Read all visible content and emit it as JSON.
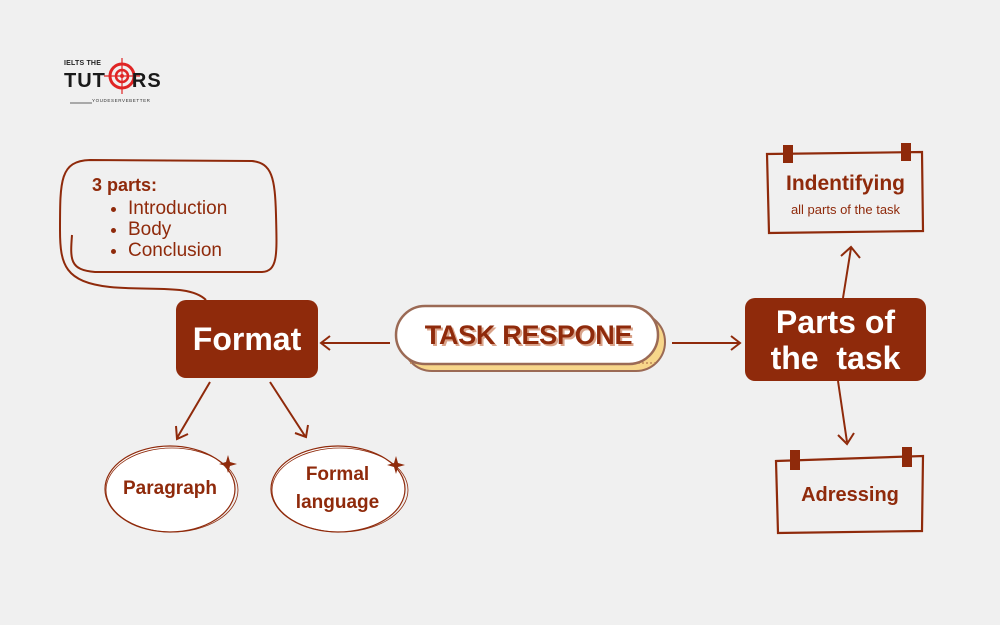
{
  "logo": {
    "top_text": "IELTS THE",
    "word": "TUTORS",
    "tagline": "YOUDESERVEBETTER"
  },
  "colors": {
    "background": "#f0f0f0",
    "accent": "#8f2a0b",
    "center_shadow": "#f7d68a",
    "center_border": "#9b6a55",
    "logo_red": "#e02424"
  },
  "center": {
    "label": "TASK RESPONE"
  },
  "format": {
    "label": "Format",
    "note": {
      "heading": "3 parts:",
      "items": [
        "Introduction",
        "Body",
        "Conclusion"
      ]
    },
    "children": [
      {
        "label": "Paragraph"
      },
      {
        "label_line1": "Formal",
        "label_line2": "language"
      }
    ]
  },
  "parts": {
    "label_line1": "Parts of",
    "label_line2": "the  task",
    "children": [
      {
        "title": "Indentifying",
        "subtitle": "all parts of the task"
      },
      {
        "title": "Adressing"
      }
    ]
  }
}
